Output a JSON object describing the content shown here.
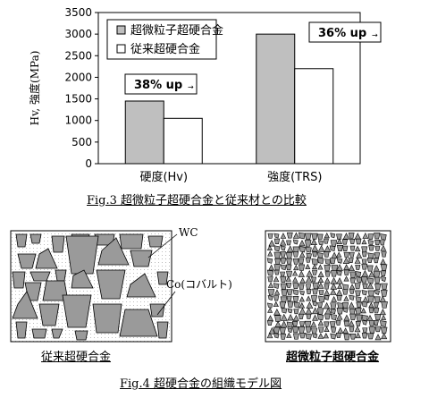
{
  "chart_data": {
    "type": "bar",
    "categories": [
      "硬度(Hv)",
      "強度(TRS)"
    ],
    "series": [
      {
        "name": "超微粒子超硬合金",
        "values": [
          1450,
          3000
        ],
        "color": "#bfbfbf"
      },
      {
        "name": "従来超硬合金",
        "values": [
          1050,
          2200
        ],
        "color": "#ffffff"
      }
    ],
    "ylabel": "Hv, 強度(MPa)",
    "ylim": [
      0,
      3500
    ],
    "yticks": [
      0,
      500,
      1000,
      1500,
      2000,
      2500,
      3000,
      3500
    ],
    "grid": false,
    "legend_position": "top-left",
    "annotations": [
      "38% up",
      "36% up"
    ]
  },
  "captions": {
    "fig3": "Fig.3 超微粒子超硬合金と従来材との比較",
    "fig4": "Fig.4 超硬合金の組織モデル図"
  },
  "diagram": {
    "left_label": "従来超硬合金",
    "right_label": "超微粒子超硬合金",
    "wc_label": "WC",
    "co_label": "Co(コバルト)",
    "particle_color": "#9a9a9a",
    "matrix_color": "#f0f0f0"
  }
}
